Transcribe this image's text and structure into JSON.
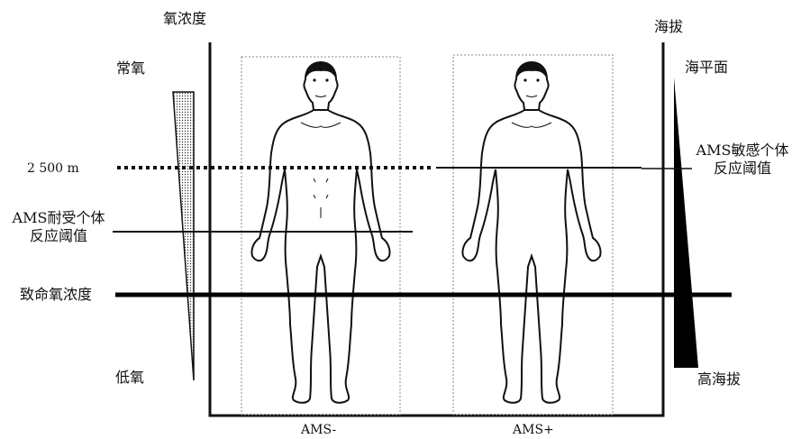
{
  "labels": {
    "oxygen_axis": "氧浓度",
    "altitude_axis": "海拔",
    "normal_oxygen": "常氧",
    "low_oxygen": "低氧",
    "sea_level": "海平面",
    "high_altitude": "高海拔",
    "altitude_2500": "2 500 m",
    "ams_tolerant_line1": "AMS耐受个体",
    "ams_tolerant_line2": "反应阈值",
    "ams_sensitive_line1": "AMS敏感个体",
    "ams_sensitive_line2": "反应阈值",
    "lethal_oxygen": "致命氧浓度",
    "group_negative": "AMS-",
    "group_positive": "AMS+"
  }
}
